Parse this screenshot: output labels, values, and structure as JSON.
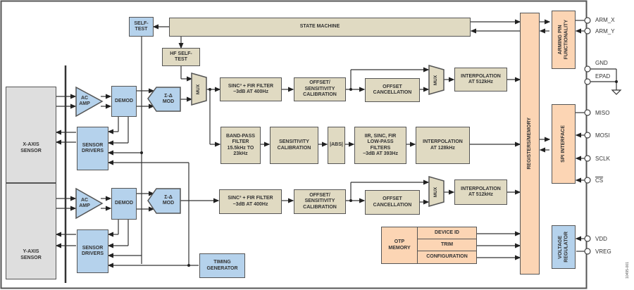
{
  "title": "Functional Block Diagram",
  "figure_code": "10495-001",
  "blocks": {
    "self_test": "SELF-\nTEST",
    "state_machine": "STATE MACHINE",
    "hf_self_test": "HF SELF-\nTEST",
    "x_sensor": "X-AXIS\nSENSOR",
    "y_sensor": "Y-AXIS\nSENSOR",
    "ac_amp": "AC\nAMP",
    "demod": "DEMOD",
    "sigma_delta_mod": "Σ-Δ\nMOD",
    "sensor_drivers": "SENSOR\nDRIVERS",
    "mux": "MUX",
    "sinc_fir_x": "SINC³ + FIR FILTER\n−3dB AT 400Hz",
    "offset_sens_cal_x": "OFFSET/\nSENSITIVITY\nCALIBRATION",
    "offset_cancel_x": "OFFSET\nCANCELLATION",
    "interp_512_x": "INTERPOLATION\nAT 512kHz",
    "bandpass": "BAND-PASS\nFILTER\n15.5kHz TO\n23kHz",
    "sens_cal": "SENSITIVITY\nCALIBRATION",
    "abs": "|ABS|",
    "iir_sinc_fir": "IIR, SINC, FIR\nLOW-PASS\nFILTERS\n−3dB AT 393Hz",
    "interp_128": "INTERPOLATION\nAT 128kHz",
    "sinc_fir_y": "SINC³ + FIR FILTER\n−3dB AT 400Hz",
    "offset_sens_cal_y": "OFFSET/\nSENSITIVITY\nCALIBRATION",
    "offset_cancel_y": "OFFSET\nCANCELLATION",
    "interp_512_y": "INTERPOLATION\nAT 512kHz",
    "timing_generator": "TIMING\nGENERATOR",
    "otp_memory": "OTP\nMEMORY",
    "device_id": "DEVICE ID",
    "trim": "TRIM",
    "configuration": "CONFIGURATION",
    "registers_memory": "REGISTERS/MEMORY",
    "arming_pin": "ARMING PIN\nFUNCTIONALITY",
    "spi_interface": "SPI INTERFACE",
    "voltage_regulator": "VOLTAGE\nREGULATOR"
  },
  "pins": {
    "arm_x": "ARM_X",
    "arm_y": "ARM_Y",
    "gnd": "GND",
    "epad": "EPAD",
    "miso": "MISO",
    "mosi": "MOSI",
    "sclk": "SCLK",
    "cs": "CS",
    "vdd": "VDD",
    "vreg": "VREG"
  },
  "colors": {
    "digital_block": "#e0dac2",
    "analog_block": "#b5d2ec",
    "interface_block": "#fcd5b4",
    "sensor_block": "#dedede",
    "line": "#333333"
  }
}
